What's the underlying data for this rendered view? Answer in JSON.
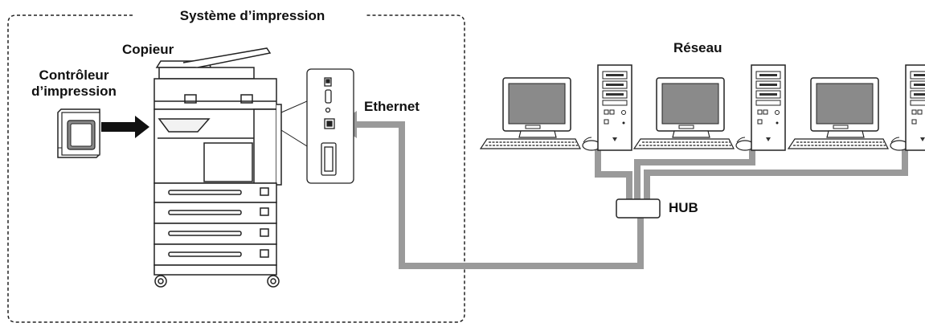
{
  "labels": {
    "system": "Système d’impression",
    "copier": "Copieur",
    "controller_line1": "Contrôleur",
    "controller_line2": "d’impression",
    "ethernet": "Ethernet",
    "network": "Réseau",
    "hub": "HUB"
  },
  "icons": {
    "copier": "copier-machine-icon",
    "controller": "print-controller-icon",
    "port_panel": "interface-port-panel-icon",
    "computer": "desktop-computer-icon",
    "hub": "network-hub-icon"
  },
  "colors": {
    "cable": "#9a9a9a",
    "outline": "#222222",
    "screen": "#8a8a8a",
    "body": "#ffffff"
  }
}
